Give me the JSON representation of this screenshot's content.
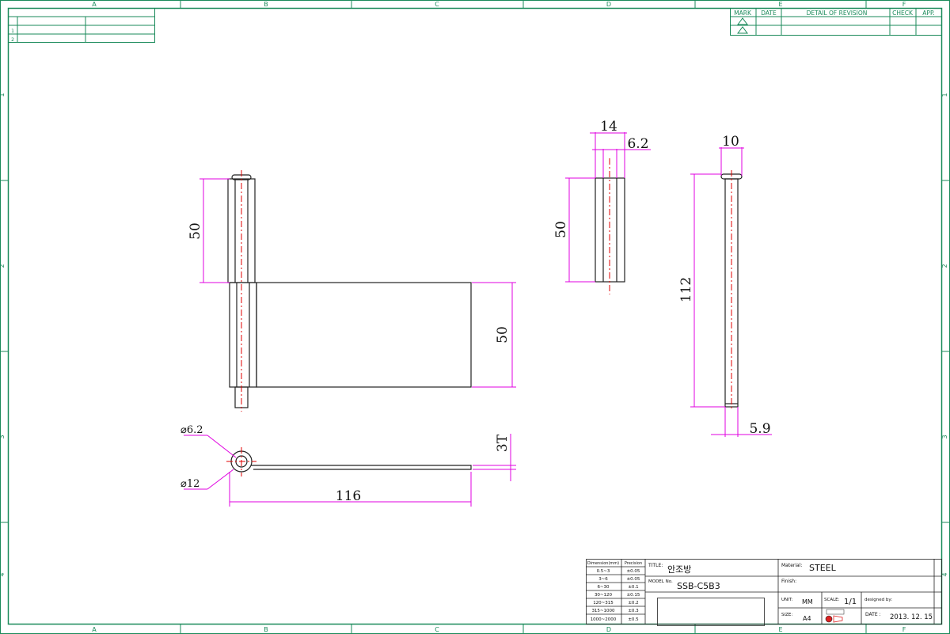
{
  "frame": {
    "col_letters": [
      "A",
      "B",
      "C",
      "D",
      "E",
      "F"
    ],
    "row_numbers": [
      "1",
      "2",
      "3",
      "4"
    ]
  },
  "applied_drawing": {
    "header": "",
    "col1": "",
    "col2": "",
    "rows": [
      "1",
      "2"
    ]
  },
  "revision": {
    "headers": [
      "MARK",
      "DATE",
      "DETAIL OF REVISION",
      "CHECK",
      "APP."
    ]
  },
  "dimensions": {
    "front_pin_length": "50",
    "front_leaf_height": "50",
    "side_width": "14",
    "side_pin_dia": "6.2",
    "side_height": "50",
    "pin_head": "10",
    "pin_length": "112",
    "pin_dia": "5.9",
    "eye_inner": "⌀6.2",
    "eye_outer": "⌀12",
    "thickness": "3T",
    "total_length": "116"
  },
  "title_block": {
    "precision_header": [
      "Dimension(mm)",
      "Precision"
    ],
    "precision_rows": [
      [
        "0.5~3",
        "±0.05"
      ],
      [
        "3~6",
        "±0.05"
      ],
      [
        "6~30",
        "±0.1"
      ],
      [
        "30~120",
        "±0.15"
      ],
      [
        "120~315",
        "±0.2"
      ],
      [
        "315~1000",
        "±0.3"
      ],
      [
        "1000~2000",
        "±0.5"
      ]
    ],
    "title_label": "TITLE:",
    "title_value": "안조방",
    "model_label": "MODEL No.",
    "model_value": "SSB-C5B3",
    "material_label": "Material:",
    "material_value": "STEEL",
    "finish_label": "Finish:",
    "unit_label": "UNIT:",
    "unit_value": "MM",
    "scale_label": "SCALE:",
    "scale_value": "1/1",
    "designed_label": "designed by:",
    "size_label": "SIZE:",
    "size_value": "A4",
    "date_label": "DATE :",
    "date_value": "2013. 12. 15"
  },
  "colors": {
    "frame": "#1a8a5a",
    "dimension": "#e000e0",
    "centerline": "#e00000",
    "part": "#222222"
  }
}
